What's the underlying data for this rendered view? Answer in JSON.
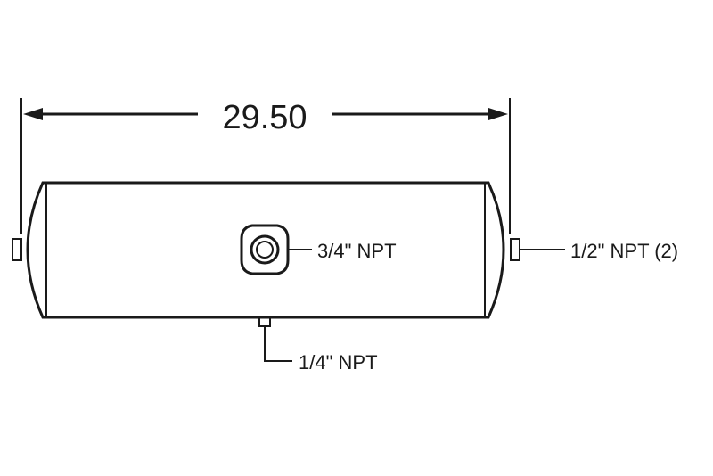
{
  "diagram": {
    "overall_length": "29.50",
    "ports": {
      "center_port": "3/4\" NPT",
      "end_ports": "1/2\" NPT (2)",
      "bottom_drain": "1/4\" NPT"
    },
    "line_color": "#1a1a1a",
    "background": "#ffffff"
  }
}
